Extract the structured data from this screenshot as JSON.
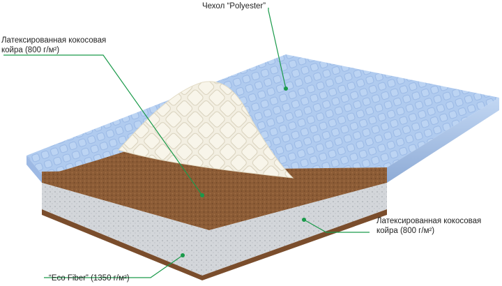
{
  "labels": {
    "cover": "Чехол “Polyester”",
    "top_coir_line1": "Латексированная кокосовая",
    "top_coir_line2": "койра (800 г/м²)",
    "bottom_coir_line1": "Латексированная кокосовая",
    "bottom_coir_line2": "койра (800 г/м²)",
    "eco_fiber": "“Eco Fiber” (1350 г/м²)"
  },
  "colors": {
    "leader_line": "#1a9a4a",
    "cover_blue": "#a9c6ee",
    "quilt_cream": "#f1ecdc",
    "coir_brown": "#8a5a35",
    "eco_fiber_grey": "#cfd2d6"
  }
}
